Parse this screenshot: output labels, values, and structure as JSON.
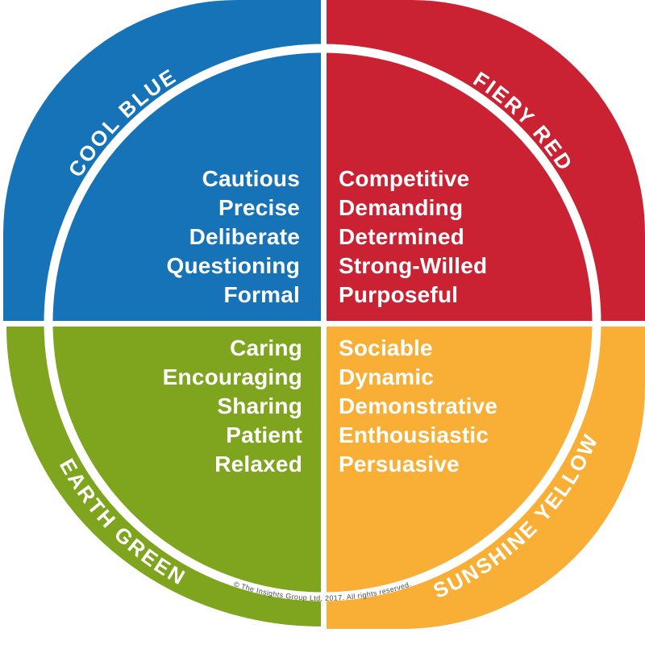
{
  "wheel": {
    "quadrants": [
      {
        "id": "cool-blue",
        "name": "COOL BLUE",
        "color": "#1773B8",
        "words": [
          "Cautious",
          "Precise",
          "Deliberate",
          "Questioning",
          "Formal"
        ]
      },
      {
        "id": "fiery-red",
        "name": "FIERY RED",
        "color": "#CA2233",
        "words": [
          "Competitive",
          "Demanding",
          "Determined",
          "Strong-Willed",
          "Purposeful"
        ]
      },
      {
        "id": "earth-green",
        "name": "EARTH GREEN",
        "color": "#7FA41E",
        "words": [
          "Caring",
          "Encouraging",
          "Sharing",
          "Patient",
          "Relaxed"
        ]
      },
      {
        "id": "sunshine-yellow",
        "name": "SUNSHINE YELLOW",
        "color": "#F9AF35",
        "words": [
          "Sociable",
          "Dynamic",
          "Demonstrative",
          "Enthousiastic",
          "Persuasive"
        ]
      }
    ],
    "ring_color": "#ffffff",
    "background_color": "#ffffff",
    "copyright": "© The Insights Group Ltd, 2017. All rights reserved."
  }
}
